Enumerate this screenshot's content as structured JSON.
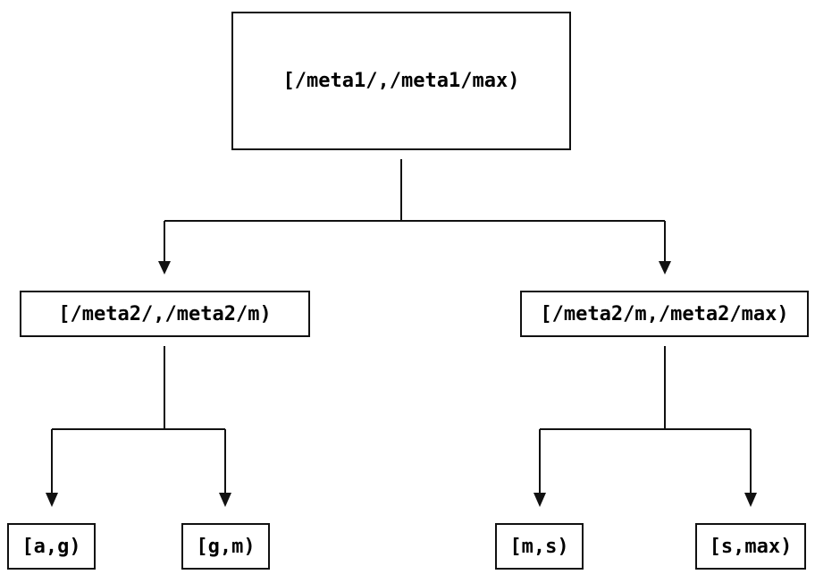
{
  "diagram": {
    "type": "tree",
    "background_color": "#ffffff",
    "line_color": "#111111",
    "text_color": "#000000",
    "nodes": {
      "root": {
        "label": "[/meta1/,/meta1/max)"
      },
      "left_child": {
        "label": "[/meta2/,/meta2/m)"
      },
      "right_child": {
        "label": "[/meta2/m,/meta2/max)"
      },
      "leaf_ag": {
        "label": "[a,g)"
      },
      "leaf_gm": {
        "label": "[g,m)"
      },
      "leaf_ms": {
        "label": "[m,s)"
      },
      "leaf_smax": {
        "label": "[s,max)"
      }
    },
    "edges": [
      {
        "from": "root",
        "to": [
          "left_child",
          "right_child"
        ]
      },
      {
        "from": "left_child",
        "to": [
          "leaf_ag",
          "leaf_gm"
        ]
      },
      {
        "from": "right_child",
        "to": [
          "leaf_ms",
          "leaf_smax"
        ]
      }
    ]
  }
}
